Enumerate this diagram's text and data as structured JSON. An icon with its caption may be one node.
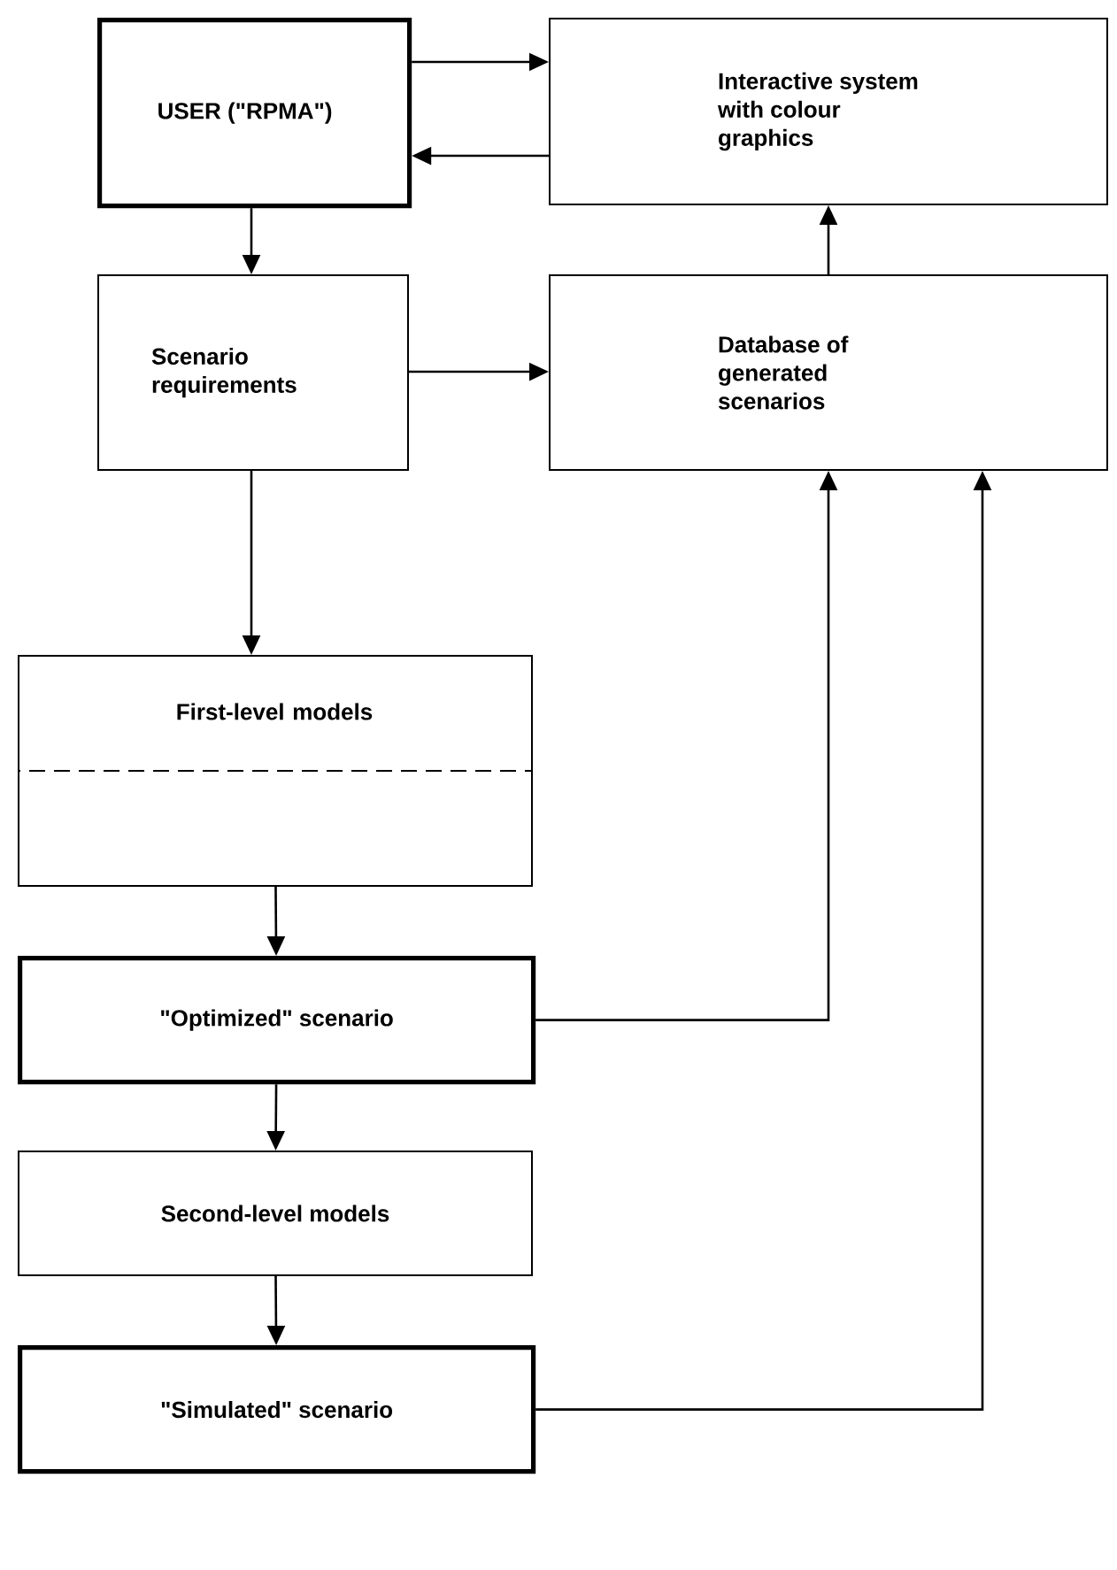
{
  "diagram": {
    "nodes": [
      {
        "text": [
          "USER (\"RPMA\")"
        ]
      },
      {
        "text": [
          "Interactive system with colour graphics"
        ]
      },
      {
        "text": [
          "Scenario requirements"
        ]
      },
      {
        "text": [
          "Database of generated scenarios"
        ]
      },
      {
        "text": [
          "First-level models"
        ]
      },
      {
        "text": [],
        "shape": "box",
        "in": 4
      },
      {
        "text": [
          "\"Optimized\" scenario"
        ]
      },
      {
        "text": [
          "Second-level models"
        ]
      },
      {
        "text": [
          "\"Simulated\" scenario"
        ]
      }
    ],
    "edges": [
      {
        "from": 0,
        "to": 1,
        "arrow": "to"
      },
      {
        "from": 1,
        "to": 0,
        "arrow": "to"
      },
      {
        "from": 3,
        "to": 1,
        "arrow": "to"
      },
      {
        "from": 0,
        "to": 2,
        "arrow": "to"
      },
      {
        "from": 2,
        "to": 3,
        "arrow": "to"
      },
      {
        "from": 2,
        "to": 4,
        "arrow": "to"
      },
      {
        "from": 5,
        "to": 6,
        "arrow": "to"
      },
      {
        "from": 6,
        "to": 3,
        "arrow": "to"
      },
      {
        "from": 6,
        "to": 7,
        "arrow": "to"
      },
      {
        "from": 7,
        "to": 8,
        "arrow": "to"
      },
      {
        "from": 8,
        "to": 3,
        "arrow": "to"
      }
    ]
  }
}
